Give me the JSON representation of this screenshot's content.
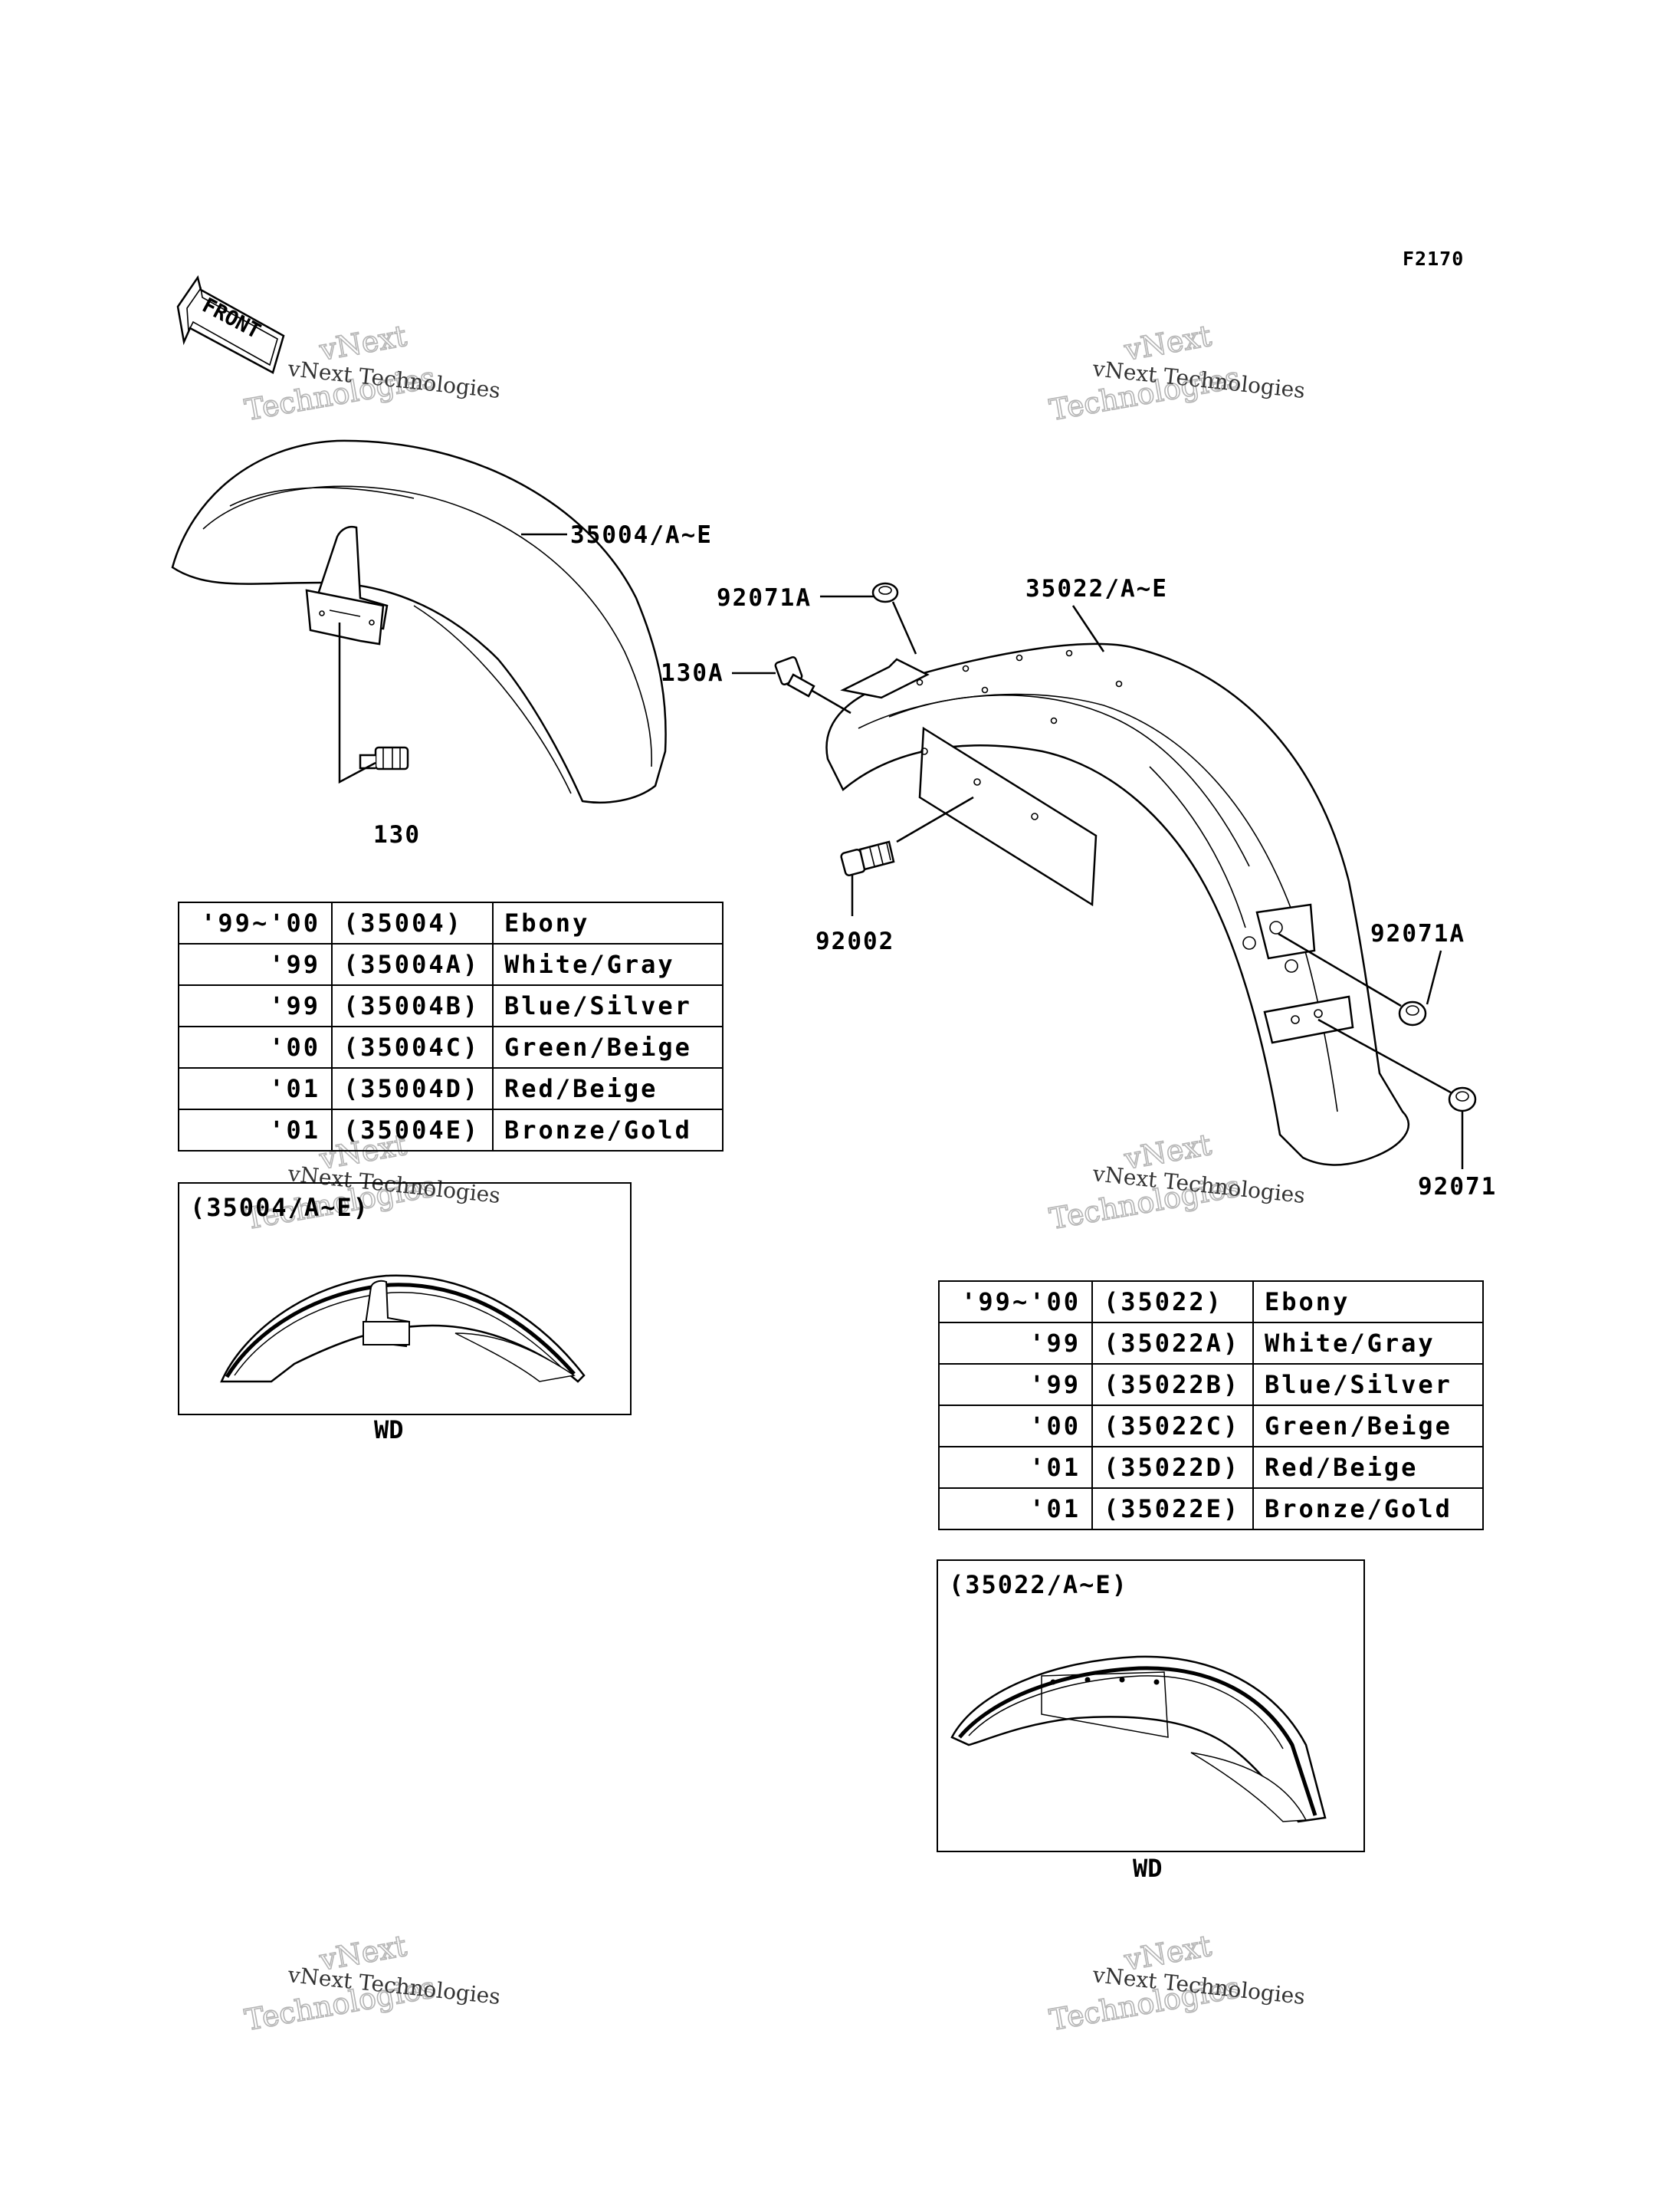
{
  "figure_code": "F2170",
  "front_label": "FRONT",
  "watermark": {
    "line1": "vNext Technologies",
    "line2": "vNext",
    "line3": "Technologies"
  },
  "callouts": {
    "front_fender": "35004/A~E",
    "front_bolt": "130",
    "rear_fender": "35022/A~E",
    "rear_cap_top": "92071A",
    "rear_bolt_top": "130A",
    "rear_bolt": "92002",
    "rear_cap_right": "92071A",
    "rear_cap_lower": "92071"
  },
  "front_table": {
    "rows": [
      {
        "year": "'99~'00",
        "code": "(35004)",
        "color": "Ebony"
      },
      {
        "year": "'99",
        "code": "(35004A)",
        "color": "White/Gray"
      },
      {
        "year": "'99",
        "code": "(35004B)",
        "color": "Blue/Silver"
      },
      {
        "year": "'00",
        "code": "(35004C)",
        "color": "Green/Beige"
      },
      {
        "year": "'01",
        "code": "(35004D)",
        "color": "Red/Beige"
      },
      {
        "year": "'01",
        "code": "(35004E)",
        "color": "Bronze/Gold"
      }
    ]
  },
  "rear_table": {
    "rows": [
      {
        "year": "'99~'00",
        "code": "(35022)",
        "color": "Ebony"
      },
      {
        "year": "'99",
        "code": "(35022A)",
        "color": "White/Gray"
      },
      {
        "year": "'99",
        "code": "(35022B)",
        "color": "Blue/Silver"
      },
      {
        "year": "'00",
        "code": "(35022C)",
        "color": "Green/Beige"
      },
      {
        "year": "'01",
        "code": "(35022D)",
        "color": "Red/Beige"
      },
      {
        "year": "'01",
        "code": "(35022E)",
        "color": "Bronze/Gold"
      }
    ]
  },
  "front_inset": {
    "title": "(35004/A~E)",
    "caption": "WD"
  },
  "rear_inset": {
    "title": "(35022/A~E)",
    "caption": "WD"
  }
}
